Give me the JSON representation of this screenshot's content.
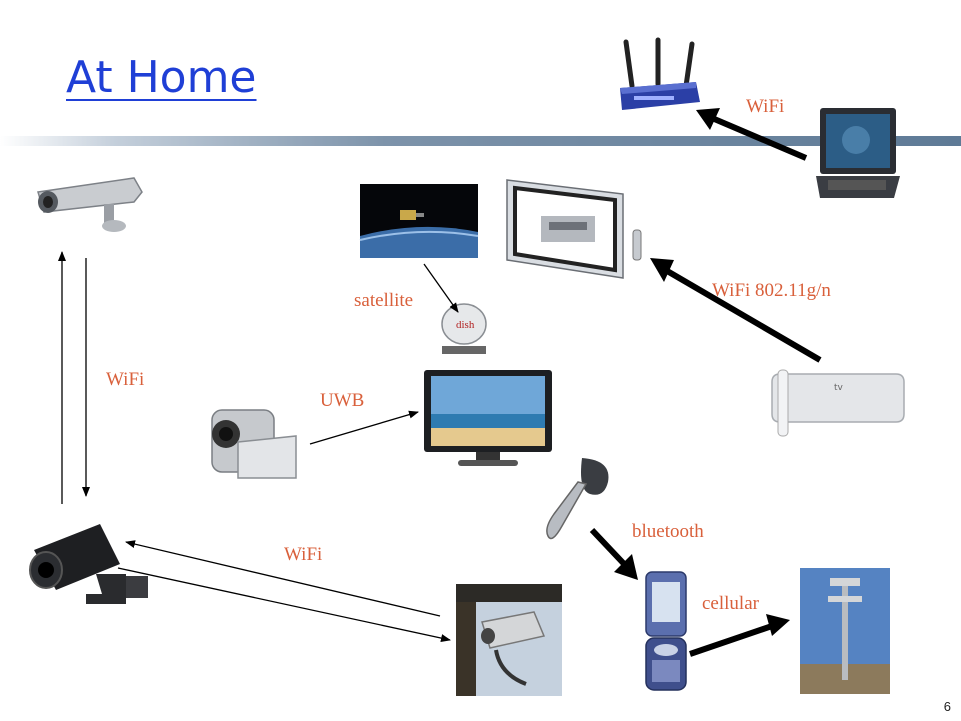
{
  "slide": {
    "title": "At Home",
    "page_number": "6"
  },
  "labels": {
    "wifi_router": "WiFi",
    "wifi_stereo": "WiFi 802.11g/n",
    "satellite": "satellite",
    "wifi_left": "WiFi",
    "uwb": "UWB",
    "bluetooth": "bluetooth",
    "wifi_bottom": "WiFi",
    "cellular": "cellular"
  },
  "colors": {
    "title": "#1f3fd6",
    "label": "#d9603b",
    "rule": "#5e7a96",
    "arrow": "#000000"
  }
}
